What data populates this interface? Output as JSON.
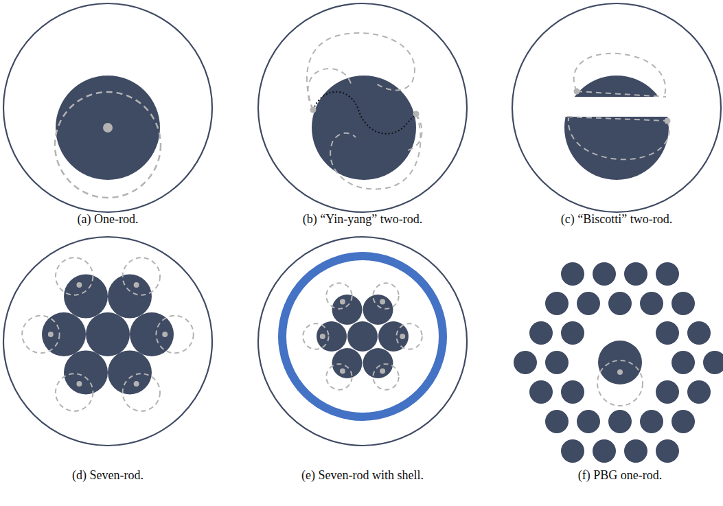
{
  "diagram": {
    "labels": [
      "(a) One-rod.",
      "(b) “Yin-yang” two-rod.",
      "(c) “Biscotti” two-rod.",
      "(d) Seven-rod.",
      "(e) Seven-rod with shell.",
      "(f) PBG one-rod."
    ]
  }
}
